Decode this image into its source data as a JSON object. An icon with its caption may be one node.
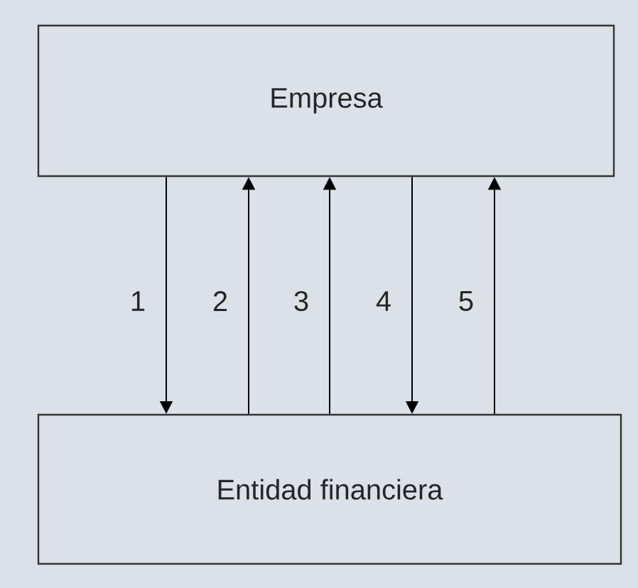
{
  "diagram": {
    "nodes": [
      {
        "text": [
          "Empresa"
        ]
      },
      {
        "text": [
          "Entidad financiera"
        ]
      }
    ],
    "edges": [
      {
        "from": 0,
        "to": 1,
        "arrow": "to",
        "label": "1"
      },
      {
        "from": 1,
        "to": 0,
        "arrow": "to",
        "label": "2"
      },
      {
        "from": 1,
        "to": 0,
        "arrow": "to",
        "label": "3"
      },
      {
        "from": 0,
        "to": 1,
        "arrow": "to",
        "label": "4"
      },
      {
        "from": 1,
        "to": 0,
        "arrow": "to",
        "label": "5"
      }
    ]
  }
}
